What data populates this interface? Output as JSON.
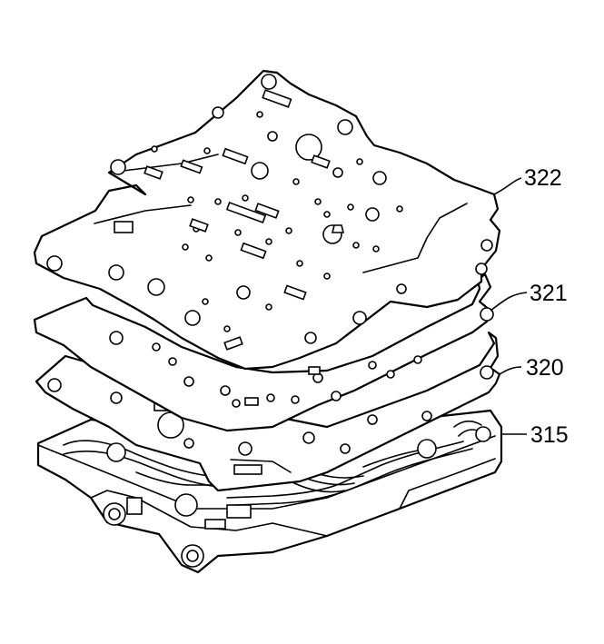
{
  "callouts": {
    "plate_top": "322",
    "gasket_upper": "321",
    "gasket_lower": "320",
    "valve_body": "315"
  }
}
